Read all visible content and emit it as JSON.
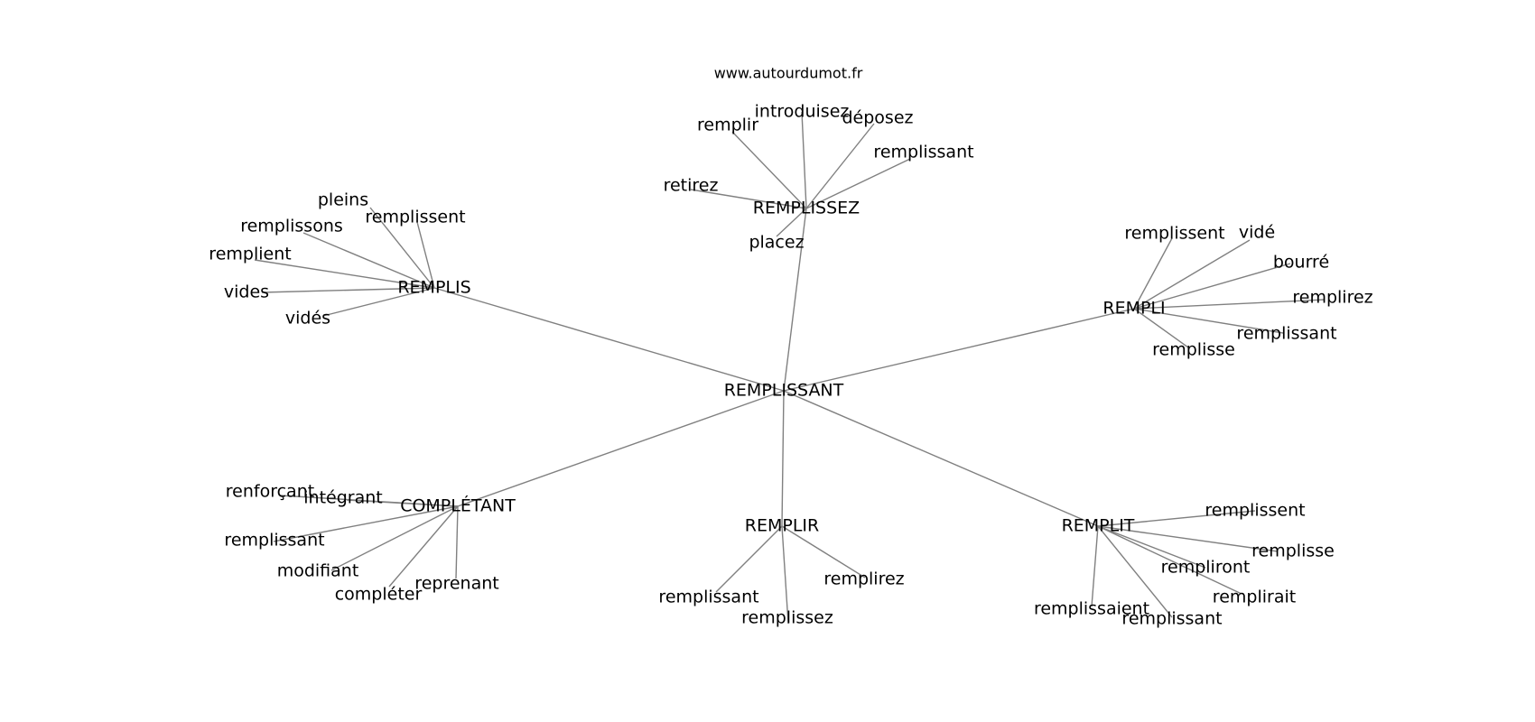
{
  "site": "www.autourdumot.fr",
  "colors": {
    "edge": "#808080",
    "text": "#000000",
    "background": "#ffffff"
  },
  "root": "REMPLISSANT",
  "clusters": [
    {
      "hub": "REMPLISSEZ",
      "leaves": [
        "introduisez",
        "remplir",
        "déposez",
        "remplissant",
        "retirez",
        "placez"
      ]
    },
    {
      "hub": "REMPLIS",
      "leaves": [
        "pleins",
        "remplissons",
        "remplissent",
        "remplient",
        "vides",
        "vidés"
      ]
    },
    {
      "hub": "REMPLI",
      "leaves": [
        "remplissent",
        "vidé",
        "bourré",
        "remplirez",
        "remplissant",
        "remplisse"
      ]
    },
    {
      "hub": "COMPLÉTANT",
      "leaves": [
        "renforçant",
        "intégrant",
        "remplissant",
        "modifiant",
        "compléter",
        "reprenant"
      ]
    },
    {
      "hub": "REMPLIR",
      "leaves": [
        "remplirez",
        "remplissant",
        "remplissez"
      ]
    },
    {
      "hub": "REMPLIT",
      "leaves": [
        "remplissent",
        "remplisse",
        "rempliront",
        "remplirait",
        "remplissaient",
        "remplissant"
      ]
    }
  ]
}
